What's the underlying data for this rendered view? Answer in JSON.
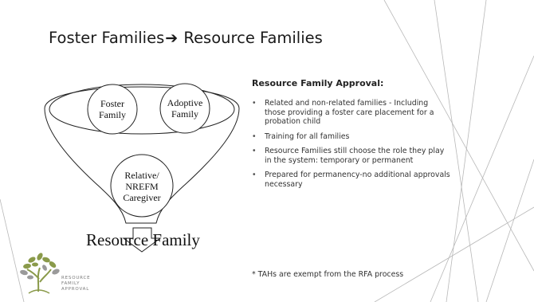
{
  "slide": {
    "title_left": "Foster Families",
    "title_arrow": "➔",
    "title_right": "Resource Families"
  },
  "diagram": {
    "bubbles": [
      "Foster Family",
      "Adoptive Family",
      "Relative/ NREFM Caregiver"
    ],
    "result": "Resource Family"
  },
  "content": {
    "heading": "Resource Family Approval:",
    "bullet_symbol": "•",
    "bullets": [
      "Related and non-related families - Including those providing a foster care placement for a probation child",
      "Training for all families",
      "Resource Families still choose the role they play in the system: temporary or permanent",
      "Prepared for permanency-no additional approvals necessary"
    ],
    "note": "* TAHs are exempt from the RFA process"
  },
  "logo": {
    "text_lines": [
      "RESOURCE",
      "FAMILY",
      "APPROVAL"
    ],
    "icon": "tree-icon"
  },
  "colors": {
    "text": "#1a1a1a",
    "deco_lines": "#9a9a9a",
    "logo_green": "#8a9a4a",
    "logo_gray": "#9a9a9a"
  }
}
